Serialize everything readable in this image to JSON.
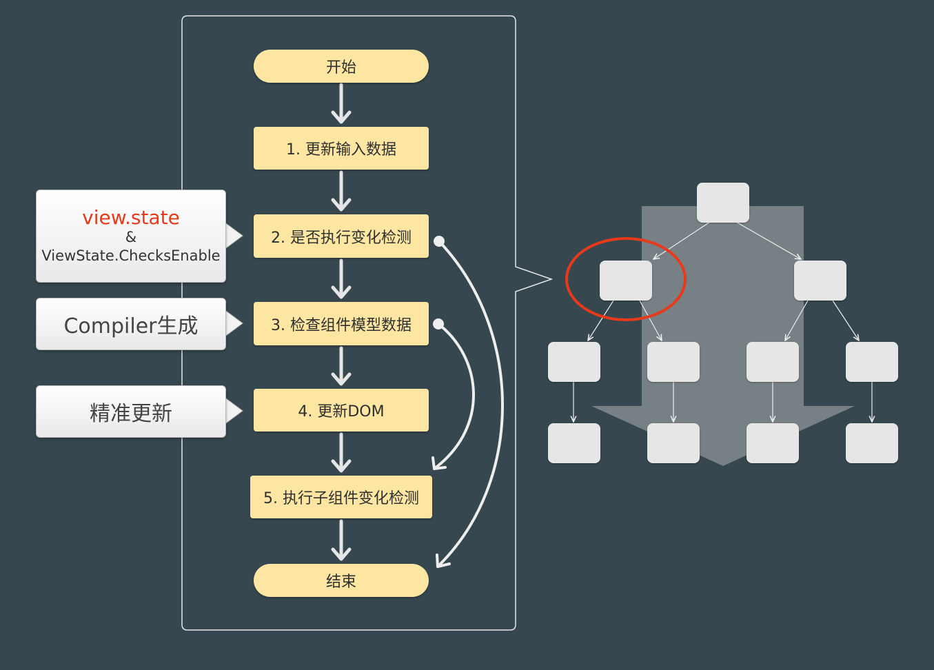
{
  "flow": {
    "start": "开始",
    "step1": "1. 更新输入数据",
    "step2": "2. 是否执行变化检测",
    "step3": "3. 检查组件模型数据",
    "step4": "4. 更新DOM",
    "step5": "5. 执行子组件变化检测",
    "end": "结束"
  },
  "callouts": {
    "state_main": "view.state",
    "state_amp": "&",
    "state_sub": "ViewState.ChecksEnable",
    "compiler": "Compiler生成",
    "precise": "精准更新"
  },
  "colors": {
    "background": "#37474f",
    "flow_node": "#fce6a2",
    "highlight_circle": "#e8391a",
    "tree_node": "#e6e6e6",
    "big_arrow": "#7e868a"
  }
}
